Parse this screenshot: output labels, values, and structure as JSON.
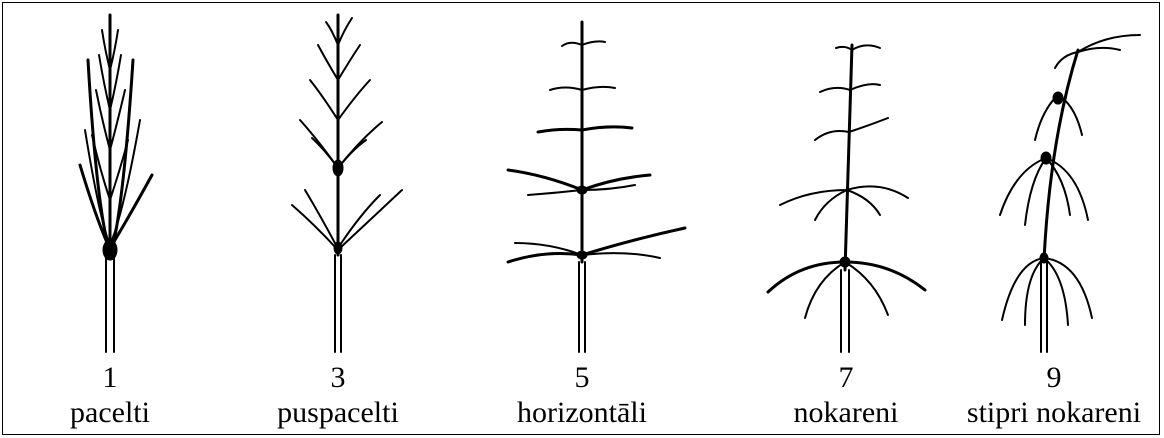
{
  "panels": [
    {
      "number": "1",
      "label": "pacelti",
      "form": "erect"
    },
    {
      "number": "3",
      "label": "puspacelti",
      "form": "semi-erect"
    },
    {
      "number": "5",
      "label": "horizontāli",
      "form": "horizontal"
    },
    {
      "number": "7",
      "label": "nokareni",
      "form": "drooping"
    },
    {
      "number": "9",
      "label": "stipri nokareni",
      "form": "strongly-drooping"
    }
  ],
  "colors": {
    "ink": "#000000",
    "background": "#ffffff"
  }
}
